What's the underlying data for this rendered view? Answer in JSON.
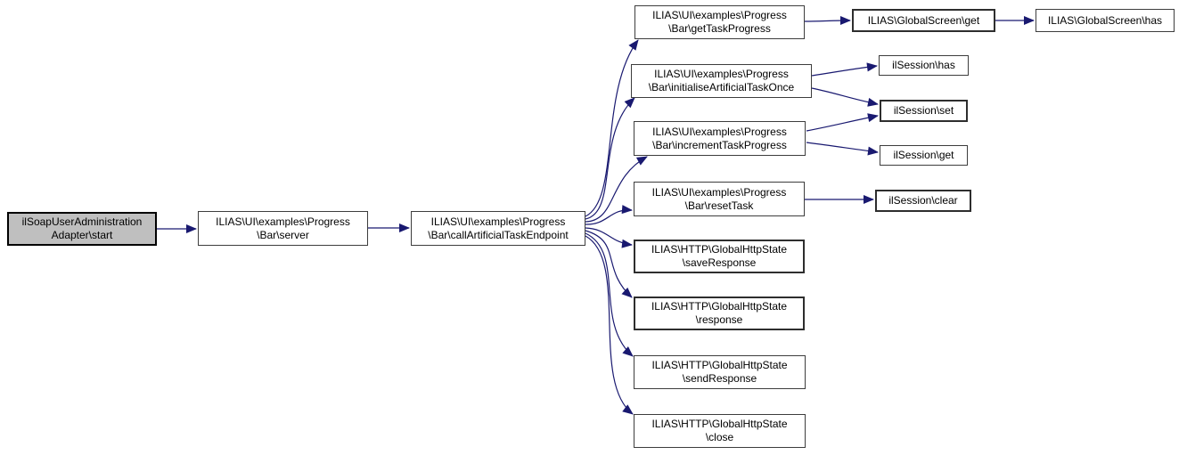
{
  "diagram": {
    "type": "call-graph",
    "edge_color": "#191970",
    "node_border_color": "#3d3d3d",
    "highlight_fill": "#bfbfbf",
    "nodes": [
      {
        "id": "start",
        "line1": "ilSoapUserAdministration",
        "line2": "Adapter\\start"
      },
      {
        "id": "server",
        "line1": "ILIAS\\UI\\examples\\Progress",
        "line2": "\\Bar\\server"
      },
      {
        "id": "callArtificialTaskEndpoint",
        "line1": "ILIAS\\UI\\examples\\Progress",
        "line2": "\\Bar\\callArtificialTaskEndpoint"
      },
      {
        "id": "getTaskProgress",
        "line1": "ILIAS\\UI\\examples\\Progress",
        "line2": "\\Bar\\getTaskProgress"
      },
      {
        "id": "initialiseArtificialTaskOnce",
        "line1": "ILIAS\\UI\\examples\\Progress",
        "line2": "\\Bar\\initialiseArtificialTaskOnce"
      },
      {
        "id": "incrementTaskProgress",
        "line1": "ILIAS\\UI\\examples\\Progress",
        "line2": "\\Bar\\incrementTaskProgress"
      },
      {
        "id": "resetTask",
        "line1": "ILIAS\\UI\\examples\\Progress",
        "line2": "\\Bar\\resetTask"
      },
      {
        "id": "saveResponse",
        "line1": "ILIAS\\HTTP\\GlobalHttpState",
        "line2": "\\saveResponse"
      },
      {
        "id": "response",
        "line1": "ILIAS\\HTTP\\GlobalHttpState",
        "line2": "\\response"
      },
      {
        "id": "sendResponse",
        "line1": "ILIAS\\HTTP\\GlobalHttpState",
        "line2": "\\sendResponse"
      },
      {
        "id": "close",
        "line1": "ILIAS\\HTTP\\GlobalHttpState",
        "line2": "\\close"
      },
      {
        "id": "globalscreen-get",
        "line1": "ILIAS\\GlobalScreen\\get"
      },
      {
        "id": "globalscreen-has",
        "line1": "ILIAS\\GlobalScreen\\has"
      },
      {
        "id": "ilsession-has",
        "line1": "ilSession\\has"
      },
      {
        "id": "ilsession-set",
        "line1": "ilSession\\set"
      },
      {
        "id": "ilsession-get",
        "line1": "ilSession\\get"
      },
      {
        "id": "ilsession-clear",
        "line1": "ilSession\\clear"
      }
    ],
    "edges": [
      {
        "from": "start",
        "to": "server"
      },
      {
        "from": "server",
        "to": "callArtificialTaskEndpoint"
      },
      {
        "from": "callArtificialTaskEndpoint",
        "to": "getTaskProgress"
      },
      {
        "from": "callArtificialTaskEndpoint",
        "to": "initialiseArtificialTaskOnce"
      },
      {
        "from": "callArtificialTaskEndpoint",
        "to": "incrementTaskProgress"
      },
      {
        "from": "callArtificialTaskEndpoint",
        "to": "resetTask"
      },
      {
        "from": "callArtificialTaskEndpoint",
        "to": "saveResponse"
      },
      {
        "from": "callArtificialTaskEndpoint",
        "to": "response"
      },
      {
        "from": "callArtificialTaskEndpoint",
        "to": "sendResponse"
      },
      {
        "from": "callArtificialTaskEndpoint",
        "to": "close"
      },
      {
        "from": "getTaskProgress",
        "to": "globalscreen-get"
      },
      {
        "from": "globalscreen-get",
        "to": "globalscreen-has"
      },
      {
        "from": "initialiseArtificialTaskOnce",
        "to": "ilsession-has"
      },
      {
        "from": "initialiseArtificialTaskOnce",
        "to": "ilsession-set"
      },
      {
        "from": "incrementTaskProgress",
        "to": "ilsession-set"
      },
      {
        "from": "incrementTaskProgress",
        "to": "ilsession-get"
      },
      {
        "from": "resetTask",
        "to": "ilsession-clear"
      }
    ]
  }
}
